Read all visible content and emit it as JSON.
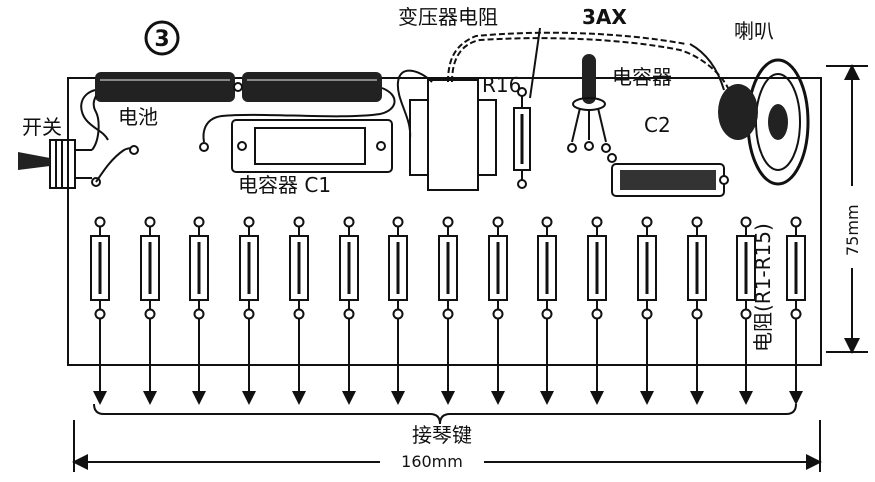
{
  "figure_number": "3",
  "labels": {
    "switch": "开关",
    "battery": "电池",
    "transformer_resistor": "变压器电阻",
    "transistor": "3AX",
    "speaker": "喇叭",
    "r16": "R16",
    "capacitor_top": "电容器",
    "c2": "C2",
    "capacitor_c1": "电容器 C1",
    "resistors": "电阻(R1-R15)",
    "keys": "接琴键"
  },
  "dimensions": {
    "height": "75mm",
    "width": "160mm"
  },
  "resistor_count": 15
}
